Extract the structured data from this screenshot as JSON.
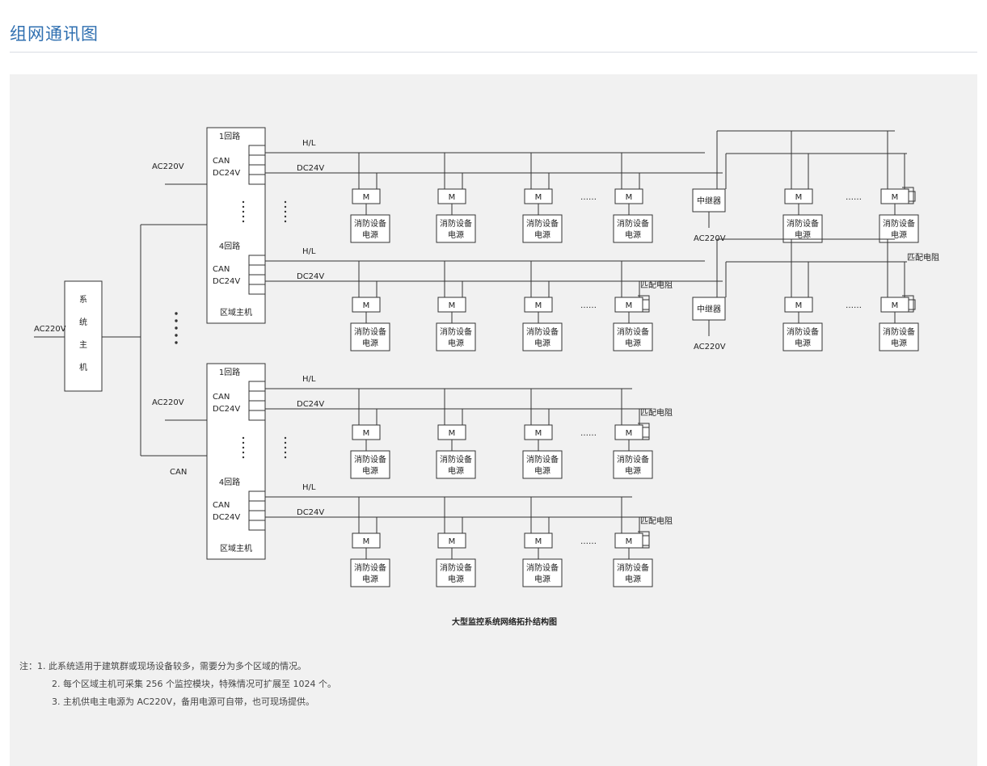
{
  "page": {
    "title": "组网通讯图"
  },
  "diagram": {
    "caption": "大型监控系统网络拓扑结构图",
    "system_host": [
      "系",
      "统",
      "主",
      "机"
    ],
    "regional_host": "区域主机",
    "loop_1": "1回路",
    "loop_4": "4回路",
    "can": "CAN",
    "dc24v": "DC24V",
    "ac220v": "AC220V",
    "hl": "H/L",
    "module": "M",
    "repeater": "中继器",
    "power_line1": "消防设备",
    "power_line2": "电源",
    "matching_resistor": "匹配电阻",
    "ellipsis": "……"
  },
  "notes": {
    "prefix": "注：",
    "items": [
      "1. 此系统适用于建筑群或现场设备较多，需要分为多个区域的情况。",
      "2. 每个区域主机可采集 256 个监控模块，特殊情况可扩展至 1024 个。",
      "3. 主机供电主电源为 AC220V，备用电源可自带，也可现场提供。"
    ]
  }
}
